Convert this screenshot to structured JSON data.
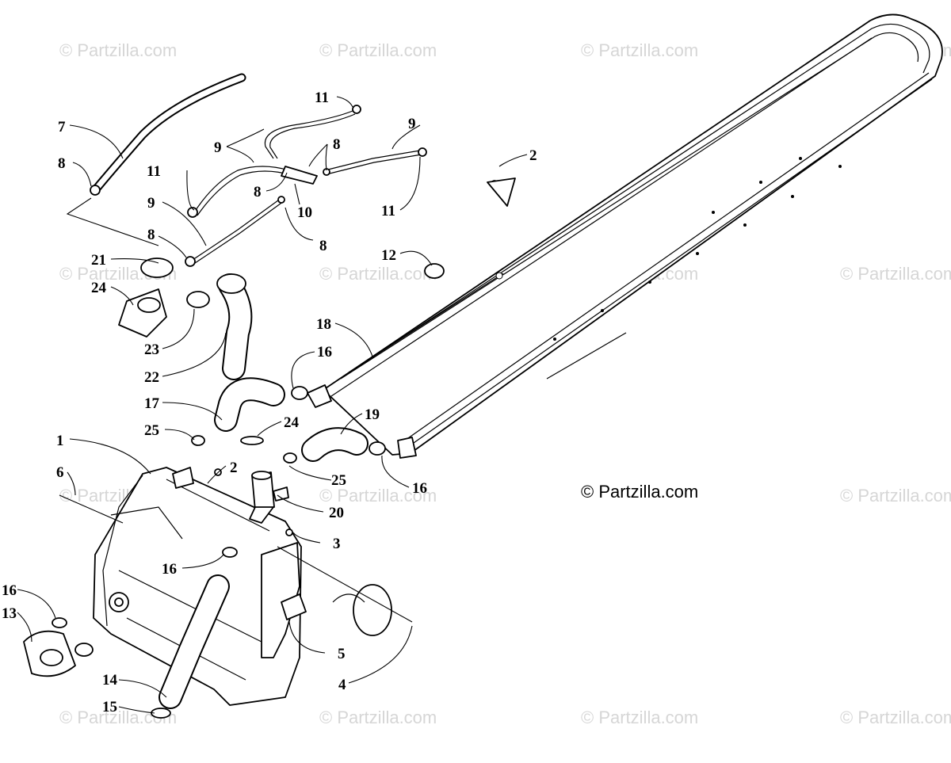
{
  "watermark": "© Partzilla.com",
  "copyright": "© Partzilla.com",
  "callouts": [
    "1",
    "2",
    "2",
    "3",
    "4",
    "5",
    "6",
    "7",
    "8",
    "8",
    "8",
    "8",
    "8",
    "9",
    "9",
    "9",
    "10",
    "11",
    "11",
    "11",
    "12",
    "13",
    "14",
    "15",
    "16",
    "16",
    "16",
    "16",
    "17",
    "18",
    "19",
    "20",
    "21",
    "22",
    "23",
    "24",
    "24",
    "25",
    "25"
  ]
}
